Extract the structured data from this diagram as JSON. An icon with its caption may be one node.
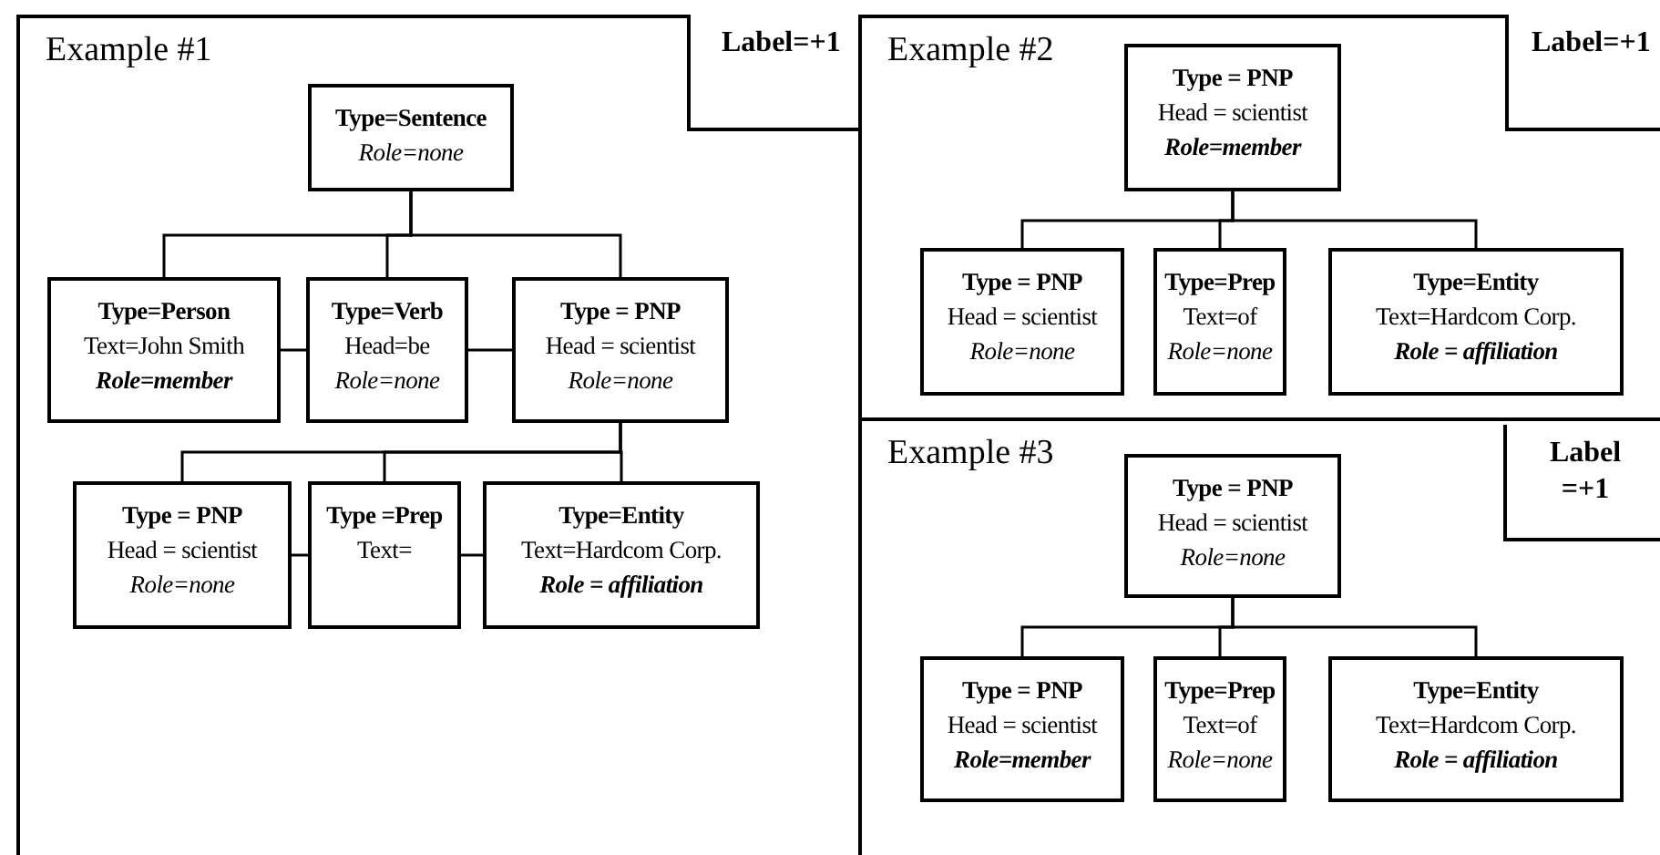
{
  "diagram": {
    "nodes": [
      {
        "text": [
          "Example #1"
        ]
      },
      {
        "text": [
          "Label=+1"
        ],
        "in": 0
      },
      {
        "text": [
          "Type=Sentence",
          "*Role=none*"
        ],
        "in": 0
      },
      {
        "text": [
          "Type=Person",
          "Text=John Smith",
          "**Role=member**"
        ],
        "in": 0
      },
      {
        "text": [
          "Type=Verb",
          "Head=be",
          "*Role=none*"
        ],
        "in": 0
      },
      {
        "text": [
          "Type = PNP",
          "Head = scientist",
          "*Role=none*"
        ],
        "in": 0
      },
      {
        "text": [
          "Type = PNP",
          "Head = scientist",
          "*Role=none*"
        ],
        "in": 0
      },
      {
        "text": [
          "Type =Prep",
          "Text="
        ],
        "in": 0
      },
      {
        "text": [
          "Type=Entity",
          "Text=Hardcom Corp.",
          "**Role = affiliation**"
        ],
        "in": 0
      },
      {
        "text": [
          "Example #2"
        ]
      },
      {
        "text": [
          "Label=+1"
        ],
        "in": 9
      },
      {
        "text": [
          "Type = PNP",
          "Head = scientist",
          "**Role=member**"
        ],
        "in": 9
      },
      {
        "text": [
          "Type = PNP",
          "Head = scientist",
          "*Role=none*"
        ],
        "in": 9
      },
      {
        "text": [
          "Type=Prep",
          "Text=of",
          "*Role=none*"
        ],
        "in": 9
      },
      {
        "text": [
          "Type=Entity",
          "Text=Hardcom Corp.",
          "**Role = affiliation**"
        ],
        "in": 9
      },
      {
        "text": [
          "Example #3"
        ]
      },
      {
        "text": [
          "Label =+1"
        ],
        "in": 15
      },
      {
        "text": [
          "Type = PNP",
          "Head = scientist",
          "*Role=none*"
        ],
        "in": 15
      },
      {
        "text": [
          "Type = PNP",
          "Head = scientist",
          "**Role=member**"
        ],
        "in": 15
      },
      {
        "text": [
          "Type=Prep",
          "Text=of",
          "*Role=none*"
        ],
        "in": 15
      },
      {
        "text": [
          "Type=Entity",
          "Text=Hardcom Corp.",
          "**Role = affiliation**"
        ],
        "in": 15
      }
    ],
    "edges": [
      {
        "from": 2,
        "to": 3,
        "arrow": "none"
      },
      {
        "from": 2,
        "to": 4,
        "arrow": "none"
      },
      {
        "from": 2,
        "to": 5,
        "arrow": "none"
      },
      {
        "from": 3,
        "to": 4,
        "arrow": "none"
      },
      {
        "from": 4,
        "to": 5,
        "arrow": "none"
      },
      {
        "from": 5,
        "to": 6,
        "arrow": "none"
      },
      {
        "from": 5,
        "to": 7,
        "arrow": "none"
      },
      {
        "from": 5,
        "to": 8,
        "arrow": "none"
      },
      {
        "from": 6,
        "to": 7,
        "arrow": "none"
      },
      {
        "from": 7,
        "to": 8,
        "arrow": "none"
      },
      {
        "from": 11,
        "to": 12,
        "arrow": "none"
      },
      {
        "from": 11,
        "to": 13,
        "arrow": "none"
      },
      {
        "from": 11,
        "to": 14,
        "arrow": "none"
      },
      {
        "from": 17,
        "to": 18,
        "arrow": "none"
      },
      {
        "from": 17,
        "to": 19,
        "arrow": "none"
      },
      {
        "from": 17,
        "to": 20,
        "arrow": "none"
      }
    ]
  }
}
